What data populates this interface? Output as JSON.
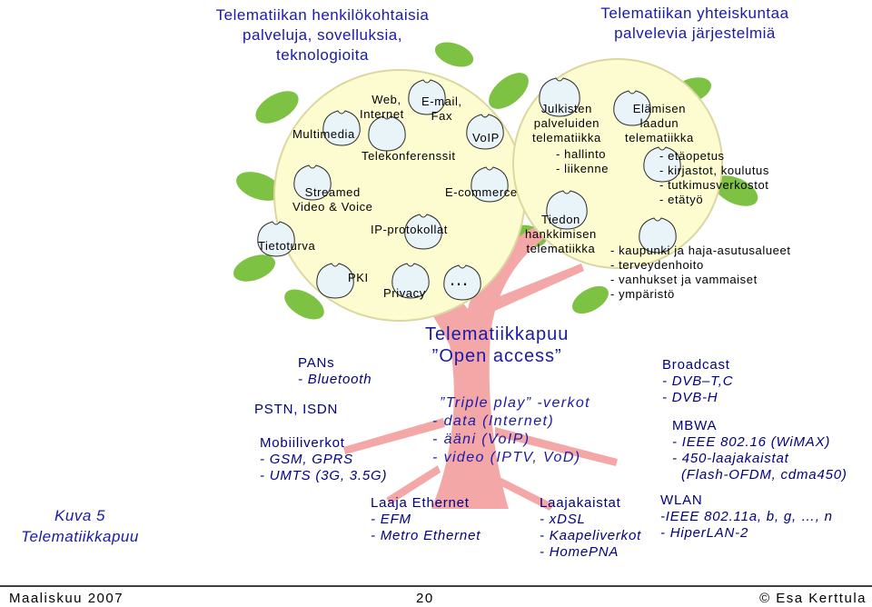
{
  "headers": {
    "left": [
      "Telematiikan henkilökohtaisia",
      "palveluja, sovelluksia,",
      "teknologioita"
    ],
    "right": [
      "Telematiikan yhteiskuntaa",
      "palvelevia järjestelmiä"
    ]
  },
  "left_circle": {
    "web_internet": [
      "Web,",
      "Internet"
    ],
    "email_fax": [
      "E-mail,",
      "Fax"
    ],
    "multimedia": "Multimedia",
    "voip": "VoIP",
    "telekonferenssit": "Telekonferenssit",
    "ecommerce": "E-commerce",
    "streamed": [
      "Streamed",
      "Video & Voice"
    ],
    "ip_protokollat": "IP-protokollat",
    "tietoturva": "Tietoturva",
    "pki": "PKI",
    "privacy": "Privacy",
    "ellipsis": "…"
  },
  "right_circle": {
    "julkisten": [
      "Julkisten",
      "palveluiden",
      "telematiikka"
    ],
    "julkisten_list": [
      "- hallinto",
      "- liikenne"
    ],
    "elamisen": [
      "Elämisen",
      "laadun",
      "telematiikka"
    ],
    "elamisen_list": [
      "- etäopetus",
      "- kirjastot, koulutus",
      "- tutkimusverkostot",
      "- etätyö"
    ],
    "tiedon": [
      "Tiedon",
      "hankkimisen",
      "telematiikka"
    ],
    "tiedon_list": [
      "- kaupunki ja haja-asutusalueet",
      "- terveydenhoito",
      "- vanhukset ja vammaiset",
      "- ympäristö"
    ]
  },
  "center": {
    "title": "Telematiikkapuu",
    "subtitle": "”Open access”",
    "triple": [
      "”Triple play” -verkot",
      "- data (Internet)",
      "- ääni (VoIP)",
      "- video (IPTV, VoD)"
    ]
  },
  "roots": {
    "pans": [
      "PANs",
      "- Bluetooth"
    ],
    "pstn": "PSTN, ISDN",
    "mobiili": [
      "Mobiiliverkot",
      "- GSM, GPRS",
      "- UMTS (3G, 3.5G)"
    ],
    "laaja_ethernet": [
      "Laaja Ethernet",
      "- EFM",
      "- Metro Ethernet"
    ],
    "laajakaistat": [
      "Laajakaistat",
      "- xDSL",
      "- Kaapeliverkot",
      "- HomePNA"
    ],
    "broadcast": [
      "Broadcast",
      "- DVB–T,C",
      "- DVB-H"
    ],
    "mbwa": [
      "MBWA",
      "- IEEE 802.16 (WiMAX)",
      "- 450-laajakaistat",
      "(Flash-OFDM, cdma450)"
    ],
    "wlan": [
      "WLAN",
      "-IEEE 802.11a, b, g, …, n",
      "- HiperLAN-2"
    ]
  },
  "caption": [
    "Kuva 5",
    "Telematiikkapuu"
  ],
  "footer": {
    "left": "Maaliskuu 2007",
    "page": "20",
    "right": "© Esa Kerttula"
  },
  "colors": {
    "text_blue": "#1a1aa8",
    "trunk": "#f4a7a7",
    "circle_fill": "#fdfcd0",
    "circle_stroke": "#dcd7a0",
    "leaf": "#7ec243",
    "apple": "#e9f4f8"
  }
}
